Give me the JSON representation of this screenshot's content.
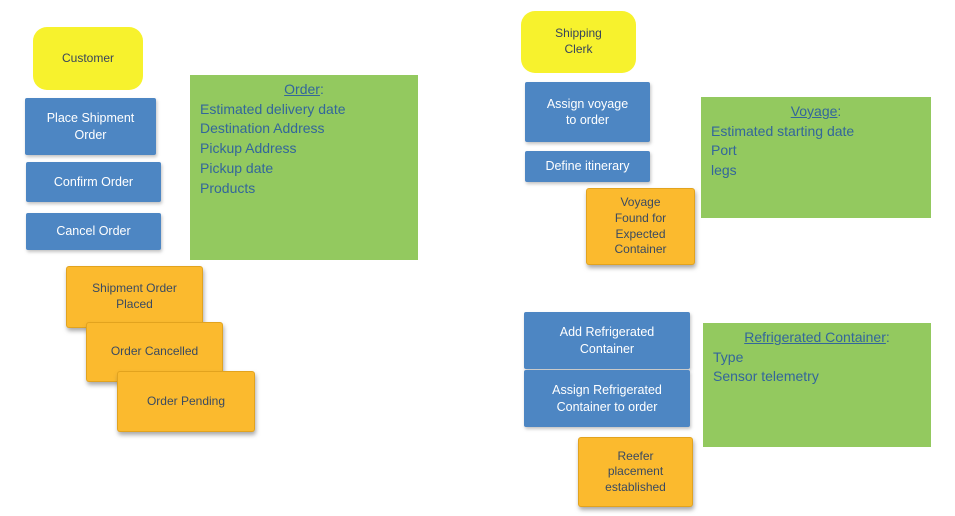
{
  "palette": {
    "actor_yellow": "#F7F22D",
    "command_blue": "#4D86C3",
    "event_orange": "#FBBA2E",
    "entity_green": "#93C95F",
    "command_text": "#FFFFFF",
    "note_text": "#3A4A61",
    "entity_text": "#33669B"
  },
  "left": {
    "actor": "Customer",
    "commands": {
      "place_shipment_order": "Place Shipment\nOrder",
      "confirm_order": "Confirm Order",
      "cancel_order": "Cancel Order"
    },
    "entity_order": {
      "title": "Order",
      "suffix": ":",
      "attributes": [
        "Estimated delivery date",
        "Destination Address",
        "Pickup Address",
        "Pickup date",
        "Products"
      ]
    },
    "events": {
      "shipment_order_placed": "Shipment Order\nPlaced",
      "order_cancelled": "Order Cancelled",
      "order_pending": "Order Pending"
    }
  },
  "right": {
    "actor": "Shipping\nClerk",
    "commands": {
      "assign_voyage_to_order": "Assign voyage\nto order",
      "define_itinerary": "Define itinerary",
      "add_refrigerated_container": "Add Refrigerated\nContainer",
      "assign_refrigerated_container_to_order": "Assign Refrigerated\nContainer to order"
    },
    "entity_voyage": {
      "title": "Voyage",
      "suffix": ":",
      "attributes": [
        "Estimated starting date",
        "Port",
        "legs"
      ]
    },
    "entity_refrigerated_container": {
      "title": "Refrigerated Container",
      "suffix": ":",
      "attributes": [
        "Type",
        "Sensor telemetry"
      ]
    },
    "events": {
      "voyage_found_for_expected_container": "Voyage\nFound for\nExpected\nContainer",
      "reefer_placement_established": "Reefer\nplacement\nestablished"
    }
  }
}
